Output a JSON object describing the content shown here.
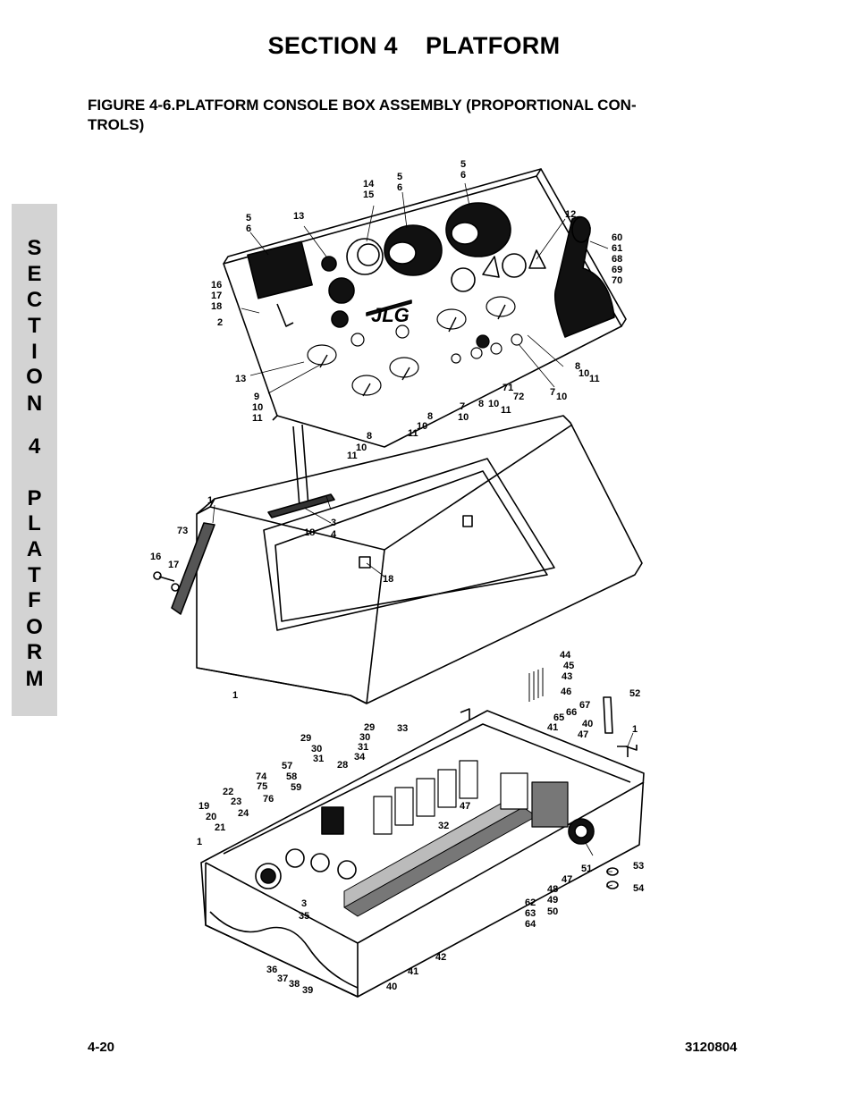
{
  "header": {
    "section_title": "SECTION 4    PLATFORM",
    "figure_title_line1": "FIGURE 4-6.PLATFORM CONSOLE BOX ASSEMBLY (PROPORTIONAL CON-",
    "figure_title_line2": "TROLS)"
  },
  "side_tab": {
    "letters": [
      "S",
      "E",
      "C",
      "T",
      "I",
      "O",
      "N",
      "",
      "4",
      "",
      "P",
      "L",
      "A",
      "T",
      "F",
      "O",
      "R",
      "M"
    ]
  },
  "diagram": {
    "logo": "JLG",
    "labels": [
      "5",
      "6",
      "14",
      "15",
      "5",
      "6",
      "5",
      "6",
      "12",
      "13",
      "60",
      "61",
      "68",
      "69",
      "70",
      "16",
      "17",
      "18",
      "2",
      "13",
      "9",
      "10",
      "11",
      "8",
      "10",
      "11",
      "8",
      "10",
      "11",
      "7",
      "10",
      "8",
      "10",
      "11",
      "71",
      "72",
      "7",
      "10",
      "8",
      "10",
      "11",
      "1",
      "73",
      "18",
      "3",
      "4",
      "16",
      "17",
      "18",
      "1",
      "44",
      "45",
      "43",
      "46",
      "52",
      "67",
      "66",
      "65",
      "41",
      "40",
      "47",
      "1",
      "29",
      "30",
      "31",
      "34",
      "29",
      "30",
      "31",
      "28",
      "33",
      "57",
      "58",
      "74",
      "75",
      "76",
      "59",
      "22",
      "23",
      "24",
      "19",
      "20",
      "21",
      "1",
      "47",
      "32",
      "3",
      "35",
      "36",
      "37",
      "38",
      "39",
      "40",
      "41",
      "42",
      "51",
      "53",
      "54",
      "48",
      "49",
      "50",
      "62",
      "63",
      "64",
      "47"
    ]
  },
  "footer": {
    "page_number": "4-20",
    "doc_number": "3120804"
  }
}
